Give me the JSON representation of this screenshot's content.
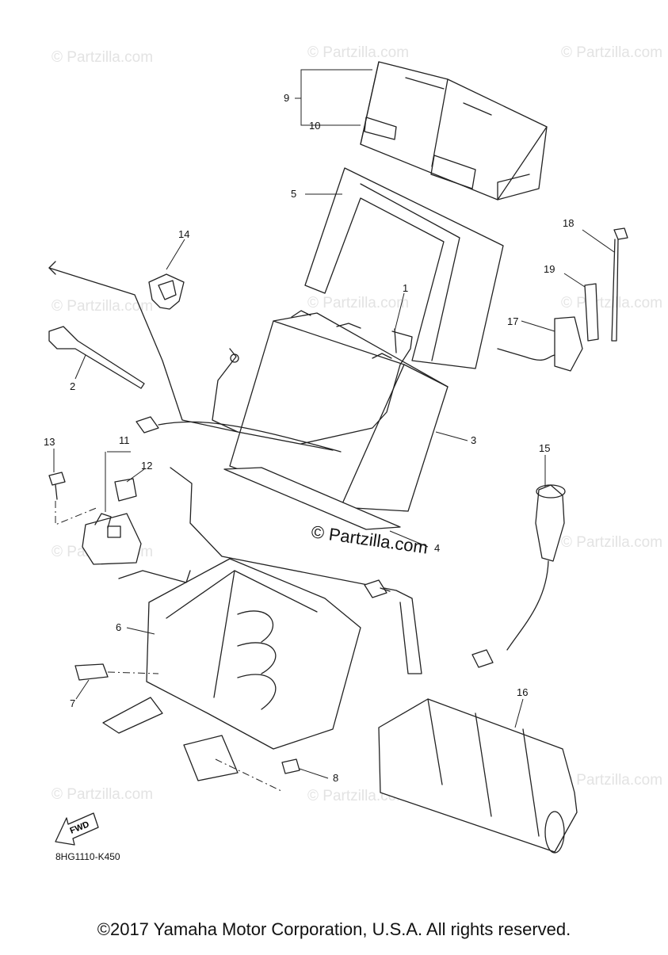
{
  "watermark_small": "© Partzilla.com",
  "watermark_large": "© Partzilla.com",
  "fwd_label": "FWD",
  "diagram_code": "8HG1110-K450",
  "copyright": "©2017 Yamaha Motor Corporation, U.S.A. All rights reserved.",
  "callouts": [
    "1",
    "2",
    "3",
    "4",
    "5",
    "6",
    "7",
    "8",
    "9",
    "10",
    "11",
    "12",
    "13",
    "14",
    "15",
    "16",
    "17",
    "18",
    "19"
  ]
}
